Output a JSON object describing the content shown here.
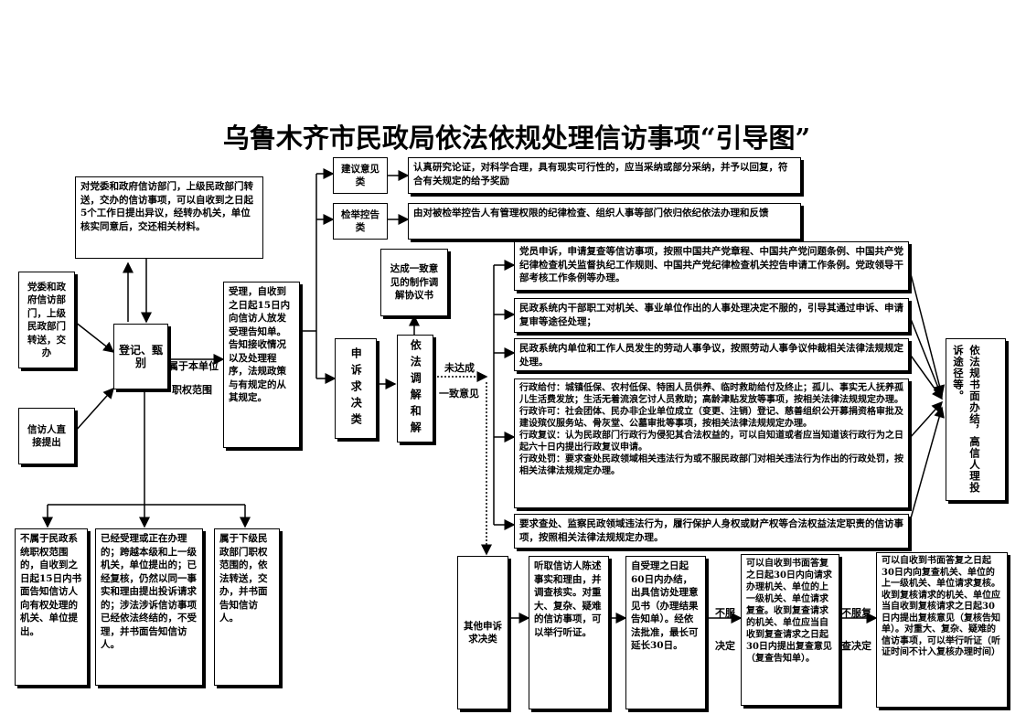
{
  "title": "乌鲁木齐市民政局依法依规处理信访事项“引导图”",
  "boxes": {
    "higher_dept_info": "对党委和政府信访部门，上级民政部门转送，交办的信访事项，可以自收到之日起5个工作日提出异议，经转办机关，单位核实同意后，交还相关材料。",
    "party_gov_depts": "党委和政府信访部门，上级民政部门转送，交办",
    "petitioner_direct": "信访人直接提出",
    "register_screen": "登记、甄别",
    "accept_15days": "受理，自收到之日起15日内向信访人放发受理告知单。告知接收情况以及处理程序，法规政策与有规定的从其规定。",
    "suggestion": "建议意见类",
    "suggestion_desc": "认真研究论证，对科学合理，具有现实可行性的，应当采纳或部分采纳，并予以回复，符合有关规定的给予奖励",
    "report": "检举控告类",
    "report_desc": "由对被检举控告人有管理权限的纪律检查、组织人事等部门依归依纪依法办理和反馈",
    "agreement_doc": "达成一致意见的制作调解协议书",
    "appeal_type": "申诉求决类",
    "mediation": "依法调解和解",
    "party_member": "党员申诉，申请复查等信访事项，按照中国共产党章程、中国共产党问题条例、中国共产党纪律检查机关监督执纪工作规则、中国共产党纪律检查机关控告申请工作条例。党政领导干部考核工作条例等办理。",
    "personnel": "民政系统内干部职工对机关、事业单位作出的人事处理决定不服的，引导其通过申诉、申请复审等途径处理；",
    "labor_dispute": "民政系统内单位和工作人员发生的劳动人事争议，按照劳动人事争议仲裁相关法律法规规定处理。",
    "admin_acts": "行政给付：城镇低保、农村低保、特困人员供养、临时救助给付及终止；孤儿、事实无人抚养孤儿生活费发放；生活无着流浪乞讨人员救助；高龄津贴发放等事项，按相关法律法规规定办理。\n行政许可：社会团体、民办非企业单位成立（变更、注销）登记、慈善组织公开募捐资格审批及建设殡仪服务站、骨灰堂、公墓审批等事项，按相关法律法规规定办理。\n行政复议：认为民政部门行政行为侵犯其合法权益的，可以自知道或者应当知道该行政行为之日起六十日内提出行政复议申请。\n行政处罚：要求查处民政领域相关违法行为或不服民政部门对相关违法行为作出的行政处罚，按相关法律法规规定办理。",
    "supervision": "要求查处、监察民政领域违法行为，履行保护人身权或财产权等合法权益法定职责的信访事项，按照相关法律法规规定办理。",
    "legal_channel": "依法规书面办结，高信人理投诉途径等。",
    "other_appeal": "其他申诉求决类",
    "hearing": "听取信访人陈述事实和理由，并调查核实。对重大、复杂、疑难的信访事项，可以举行听证。",
    "sixty_days": "自受理之日起60日内办结，出具信访处理意见书（办理结果告知单）。经依法批准，最长可延长30日。",
    "review": "可以自收到书面答复之日起30日内向请求办理机关、单位的上一级机关、单位请求复查。收到复查请求的机关、单位应当自收到复查请求之日起30日内提出复查意见（复查告知单）。",
    "recheck": "可以自收到书面答复之日起30日内向复查机关、单位的上一级机关、单位请求复核。收到复核请求的机关、单位应当自收到复核请求之日起30日内提出复核意见（复核告知单）。对重大、复杂、疑难的信访事项，可以举行听证（听证时间不计入复核办理时间）",
    "not_scope": "不属于民政系统职权范围的，自收到之日起15日内书面告知信访人向有权处理的机关、单位提出。",
    "already_handled": "已经受理或正在办理的；跨越本级和上一级机关，单位提出的；已经复核，仍然以同一事实和理由提出投诉请求的；涉法涉诉信访事项已经依法终结的，不受理，并书面告知信访人。",
    "lower_level": "属于下级民政部门职权范围的，依法转送，交办，并书面告知信访人。"
  },
  "labels": {
    "belongs_scope": "属于本单位",
    "scope": "职权范围",
    "not_agreed": "未达成",
    "agreement": "一致意见",
    "dissatisfied": "不服",
    "decision": "决定",
    "dissatisfied_review": "不服复",
    "review_decision": "查决定"
  }
}
